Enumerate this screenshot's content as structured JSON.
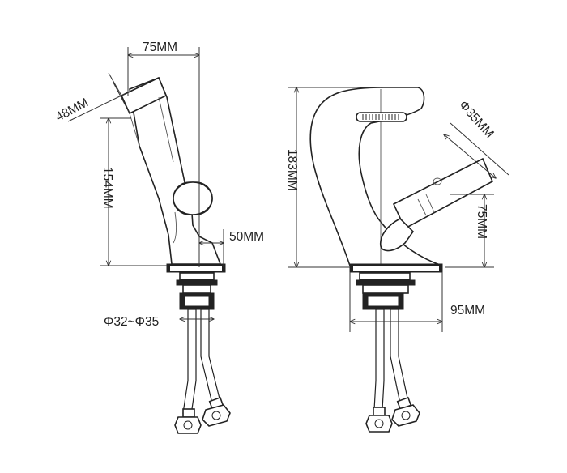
{
  "dimensions": {
    "left_width": "75MM",
    "spout_thickness": "48MM",
    "left_height": "154MM",
    "base_offset": "50MM",
    "mount_hole": "Φ32~Φ35",
    "total_height": "183MM",
    "handle_diameter": "Φ35MM",
    "handle_height": "75MM",
    "reach": "95MM"
  }
}
